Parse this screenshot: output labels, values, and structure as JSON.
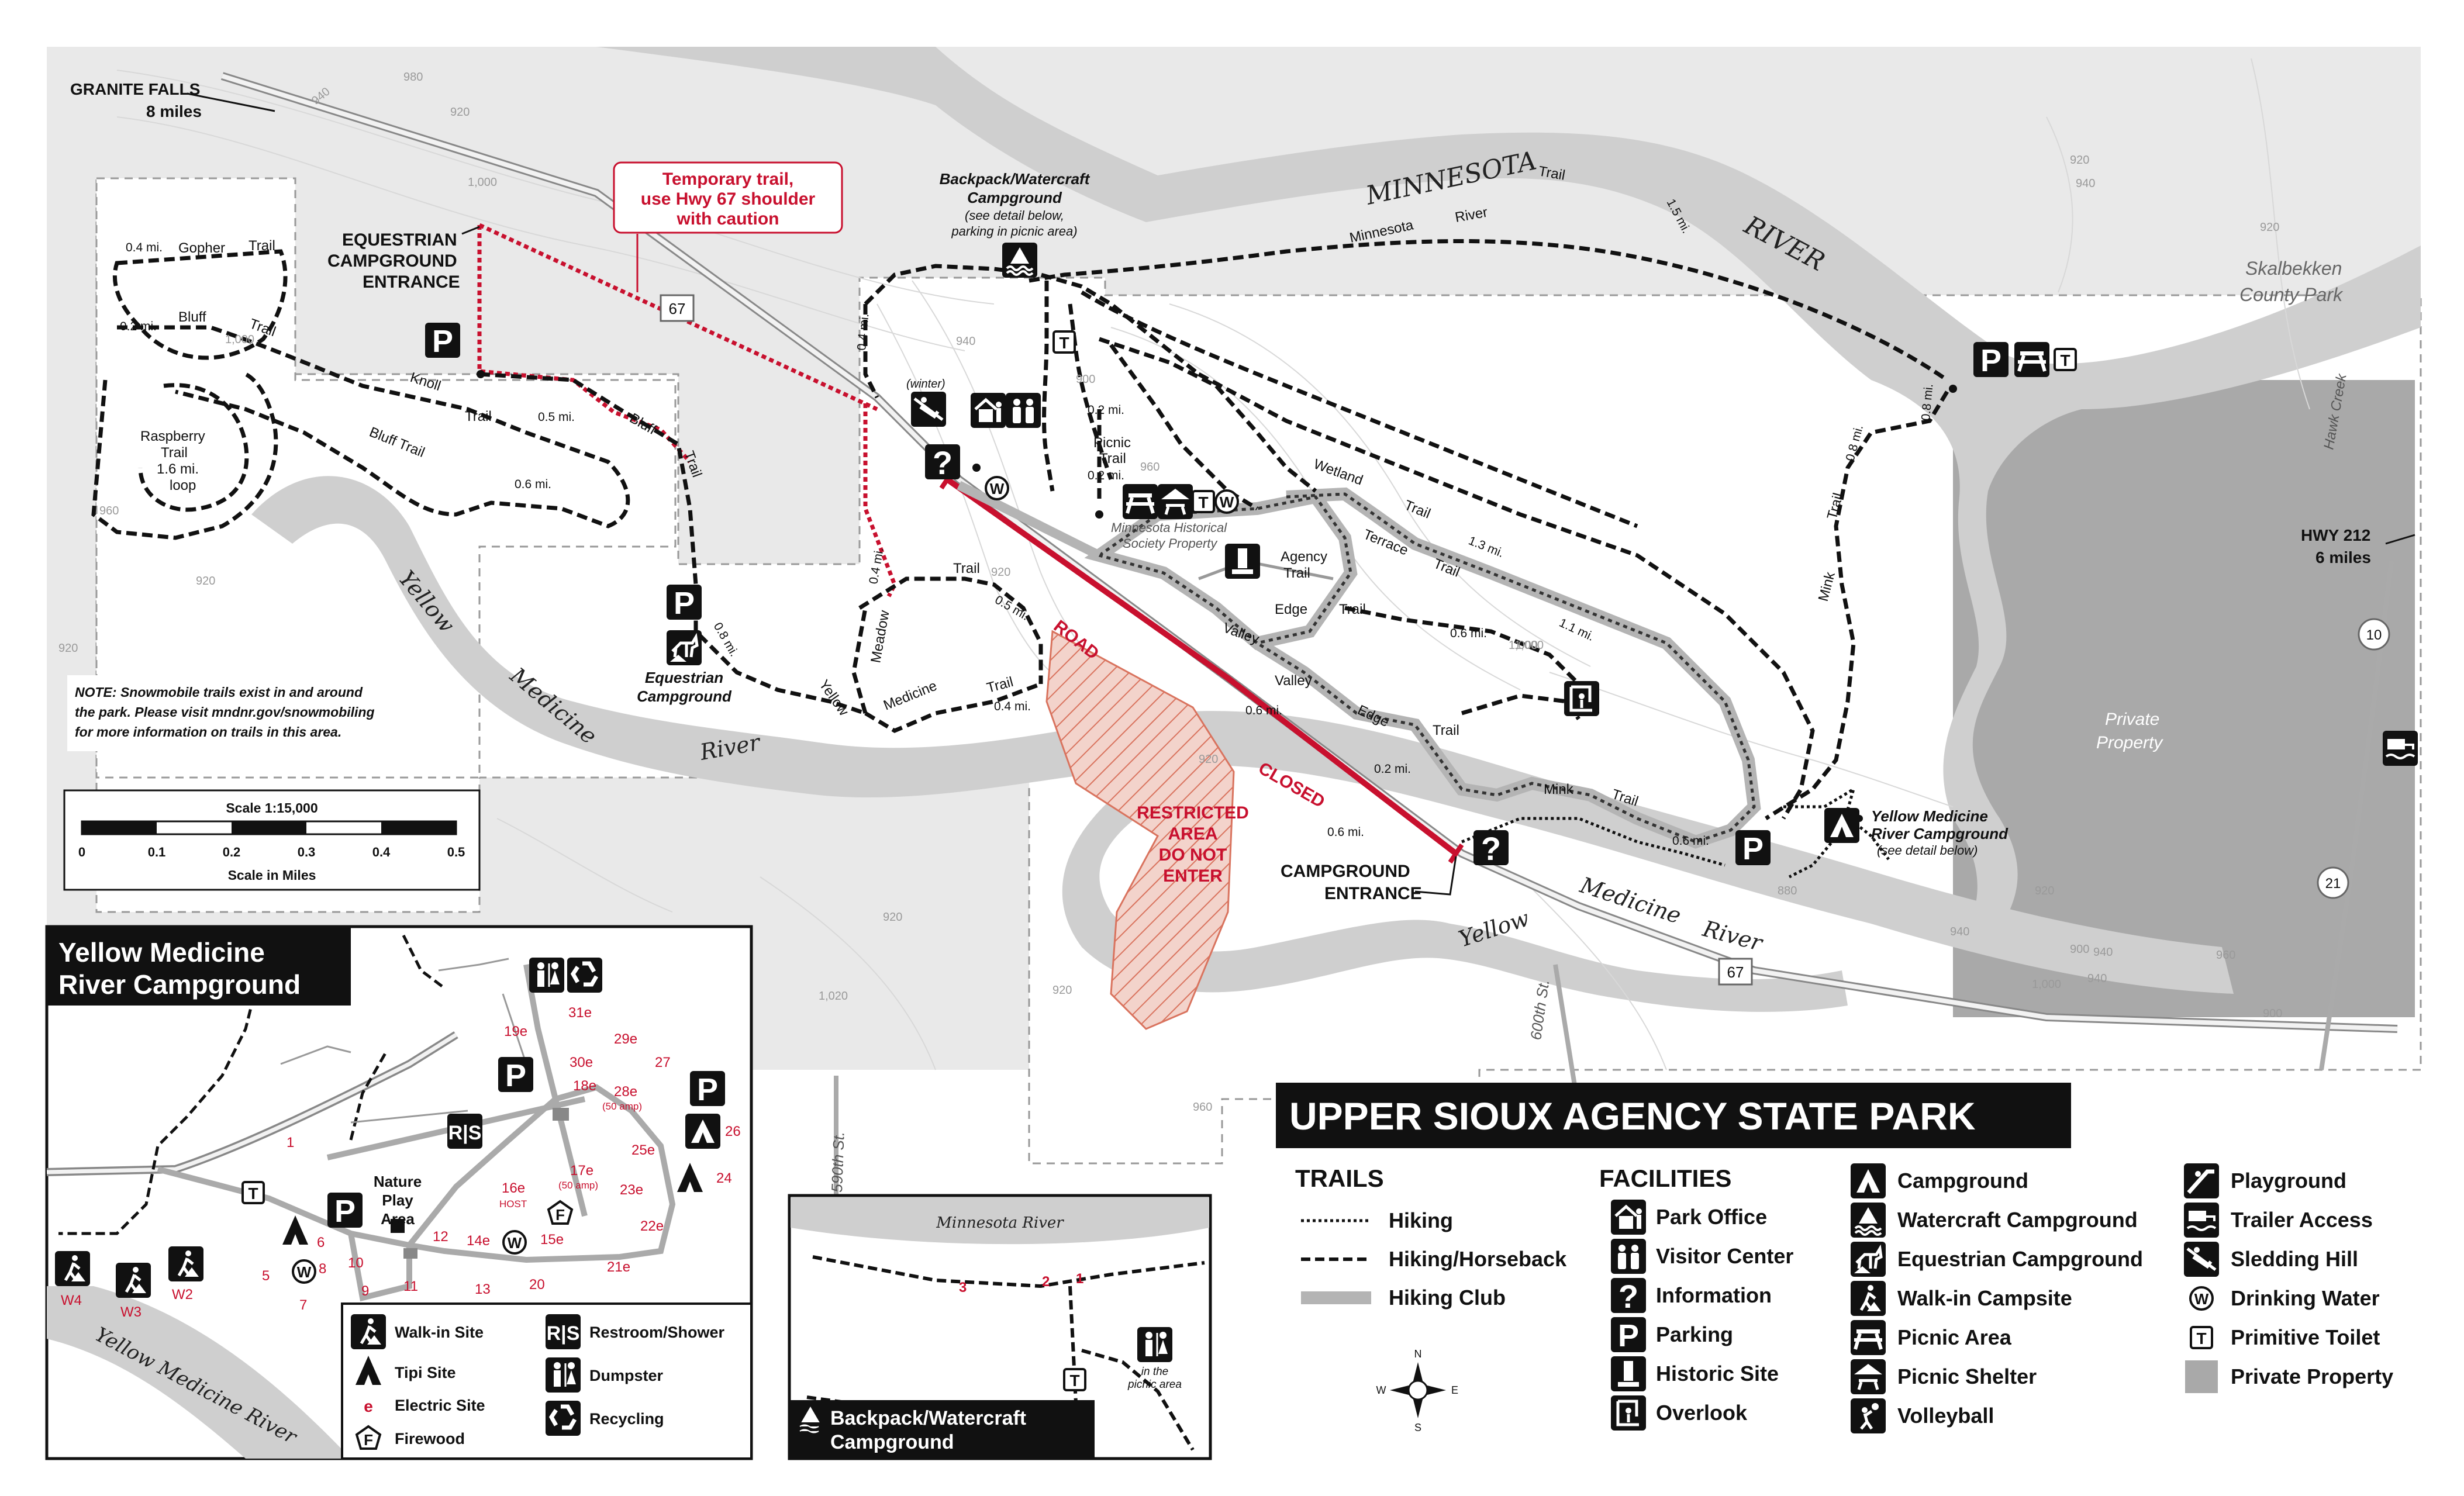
{
  "title": "UPPER SIOUX AGENCY STATE PARK",
  "places": {
    "granite_falls": "GRANITE FALLS",
    "granite_falls_dist": "8 miles",
    "hwy212": "HWY 212",
    "hwy212_dist": "6 miles",
    "skalbekken": "Skalbekken",
    "skalbekken2": "County Park",
    "private_property": "Private",
    "private_property2": "Property",
    "hawk_creek": "Hawk Creek",
    "mn_historical": "Minnesota Historical",
    "mn_historical2": "Society Property"
  },
  "rivers": {
    "minnesota": "MINNESOTA",
    "river": "RIVER",
    "yellow": "Yellow",
    "medicine": "Medicine",
    "river_lower": "River",
    "yellow2": "Yellow",
    "medicine2": "Medicine",
    "river2": "River"
  },
  "roads": {
    "hwy67": "67",
    "hwy67b": "67",
    "hwy10": "10",
    "hwy21": "21",
    "st600": "600th St.",
    "st590": "590th St.",
    "road": "ROAD",
    "closed": "CLOSED"
  },
  "entrances": {
    "equestrian1": "EQUESTRIAN",
    "equestrian2": "CAMPGROUND",
    "equestrian3": "ENTRANCE",
    "campground1": "CAMPGROUND",
    "campground2": "ENTRANCE"
  },
  "notices": {
    "temp1": "Temporary trail,",
    "temp2": "use Hwy 67 shoulder",
    "temp3": "with caution",
    "restricted1": "RESTRICTED",
    "restricted2": "AREA",
    "restricted3": "DO NOT",
    "restricted4": "ENTER",
    "note1": "NOTE: Snowmobile trails exist in and around",
    "note2": "the park. Please visit mndnr.gov/snowmobiling",
    "note3": "for more information on trails in this area."
  },
  "campgrounds": {
    "backpack1": "Backpack/Watercraft",
    "backpack2": "Campground",
    "backpack3": "(see detail below,",
    "backpack4": "parking in picnic area)",
    "equestrian1": "Equestrian",
    "equestrian2": "Campground",
    "ymr1": "Yellow Medicine",
    "ymr2": "River Campground",
    "ymr3": "(see detail below)",
    "winter": "(winter)"
  },
  "trails": {
    "gopher": "Gopher",
    "trail": "Trail",
    "bluff": "Bluff",
    "knoll": "Knoll",
    "raspberry1": "Raspberry",
    "raspberry2": "Trail",
    "raspberry3": "1.6 mi.",
    "raspberry4": "loop",
    "bluff_trail": "Bluff Trail",
    "meadow": "Meadow",
    "medicine": "Medicine",
    "picnic1": "Picnic",
    "picnic2": "Trail",
    "agency1": "Agency",
    "agency2": "Trail",
    "valley": "Valley",
    "edge": "Edge",
    "terrace": "Terrace",
    "wetland": "Wetland",
    "mink": "Mink",
    "minnesota_river_trail": "Minnesota",
    "river_word": "River",
    "yellow": "Yellow"
  },
  "distances": [
    "0.4 mi.",
    "0.2 mi.",
    "0.5 mi.",
    "0.6 mi.",
    "0.8 mi.",
    "0.4 mi.",
    "0.2 mi.",
    "0.2 mi.",
    "0.5 mi.",
    "0.4 mi.",
    "0.6 mi.",
    "0.6 mi.",
    "0.2 mi.",
    "0.6 mi.",
    "0.6 mi.",
    "1.1 mi.",
    "1.3 mi.",
    "1.5 mi.",
    "0.8 mi.",
    "0.8 mi.",
    "0.4 mi."
  ],
  "contours": [
    "980",
    "940",
    "920",
    "1,000",
    "1,000",
    "960",
    "920",
    "920",
    "940",
    "900",
    "920",
    "960",
    "1,000",
    "920",
    "880",
    "920",
    "960",
    "900",
    "940",
    "900",
    "1,020",
    "920",
    "960",
    "920",
    "940",
    "1,000",
    "920",
    "940",
    "920",
    "1,000",
    "940"
  ],
  "scale": {
    "title": "Scale 1:15,000",
    "ticks": [
      "0",
      "0.1",
      "0.2",
      "0.3",
      "0.4",
      "0.5"
    ],
    "unit": "Scale in Miles"
  },
  "inset_ymr": {
    "title1": "Yellow Medicine",
    "title2": "River Campground",
    "nature1": "Nature",
    "nature2": "Play",
    "nature3": "Area",
    "river": "Yellow Medicine River",
    "sites": [
      {
        "label": "31e"
      },
      {
        "label": "29e"
      },
      {
        "label": "19e"
      },
      {
        "label": "30e"
      },
      {
        "label": "27"
      },
      {
        "label": "18e"
      },
      {
        "label": "28e"
      },
      {
        "label": "(50 amp)"
      },
      {
        "label": "26"
      },
      {
        "label": "24"
      },
      {
        "label": "16e"
      },
      {
        "label": "HOST"
      },
      {
        "label": "17e"
      },
      {
        "label": "(50 amp)"
      },
      {
        "label": "25e"
      },
      {
        "label": "23e"
      },
      {
        "label": "22e"
      },
      {
        "label": "21e"
      },
      {
        "label": "20"
      },
      {
        "label": "15e"
      },
      {
        "label": "14e"
      },
      {
        "label": "13"
      },
      {
        "label": "12"
      },
      {
        "label": "11"
      },
      {
        "label": "10"
      },
      {
        "label": "9"
      },
      {
        "label": "8"
      },
      {
        "label": "7"
      },
      {
        "label": "6"
      },
      {
        "label": "5"
      },
      {
        "label": "1"
      },
      {
        "label": "W4"
      },
      {
        "label": "W3"
      },
      {
        "label": "W2"
      }
    ],
    "legend": [
      {
        "label": "Walk-in Site"
      },
      {
        "label": "Tipi Site"
      },
      {
        "label": "Electric Site"
      },
      {
        "label": "Firewood"
      },
      {
        "label": "Restroom/Shower"
      },
      {
        "label": "Dumpster"
      },
      {
        "label": "Recycling"
      }
    ],
    "electric_glyph": "e"
  },
  "inset_bw": {
    "title1": "Backpack/Watercraft",
    "title2": "Campground",
    "river": "Minnesota River",
    "sites": [
      "3",
      "2",
      "1"
    ],
    "picnic1": "in the",
    "picnic2": "picnic area"
  },
  "legend": {
    "trails_head": "TRAILS",
    "trails": [
      {
        "label": "Hiking"
      },
      {
        "label": "Hiking/Horseback"
      },
      {
        "label": "Hiking Club"
      }
    ],
    "facilities_head": "FACILITIES",
    "col1": [
      {
        "label": "Park Office",
        "icon": "park-office-icon"
      },
      {
        "label": "Visitor Center",
        "icon": "visitor-center-icon"
      },
      {
        "label": "Information",
        "icon": "information-icon"
      },
      {
        "label": "Parking",
        "icon": "parking-icon"
      },
      {
        "label": "Historic Site",
        "icon": "historic-site-icon"
      },
      {
        "label": "Overlook",
        "icon": "overlook-icon"
      }
    ],
    "col2": [
      {
        "label": "Campground",
        "icon": "campground-icon"
      },
      {
        "label": "Watercraft Campground",
        "icon": "watercraft-campground-icon"
      },
      {
        "label": "Equestrian Campground",
        "icon": "equestrian-campground-icon"
      },
      {
        "label": "Walk-in Campsite",
        "icon": "walk-in-campsite-icon"
      },
      {
        "label": "Picnic Area",
        "icon": "picnic-area-icon"
      },
      {
        "label": "Picnic Shelter",
        "icon": "picnic-shelter-icon"
      },
      {
        "label": "Volleyball",
        "icon": "volleyball-icon"
      }
    ],
    "col3": [
      {
        "label": "Playground",
        "icon": "playground-icon"
      },
      {
        "label": "Trailer Access",
        "icon": "trailer-access-icon"
      },
      {
        "label": "Sledding Hill",
        "icon": "sledding-hill-icon"
      },
      {
        "label": "Drinking Water",
        "icon": "drinking-water-icon"
      },
      {
        "label": "Primitive Toilet",
        "icon": "primitive-toilet-icon"
      },
      {
        "label": "Private Property",
        "icon": "private-property-swatch"
      }
    ],
    "compass": {
      "n": "N",
      "s": "S",
      "e": "E",
      "w": "W"
    },
    "glyphs": {
      "info": "?",
      "parking": "P",
      "toilet": "T",
      "water": "W",
      "restroom": "R|S"
    }
  },
  "colors": {
    "water": "#cfcfcf",
    "land_light": "#e9e9e9",
    "private": "#a9a9a9",
    "trail_red": "#c8102e",
    "hiking_club": "#b4b4b4"
  }
}
